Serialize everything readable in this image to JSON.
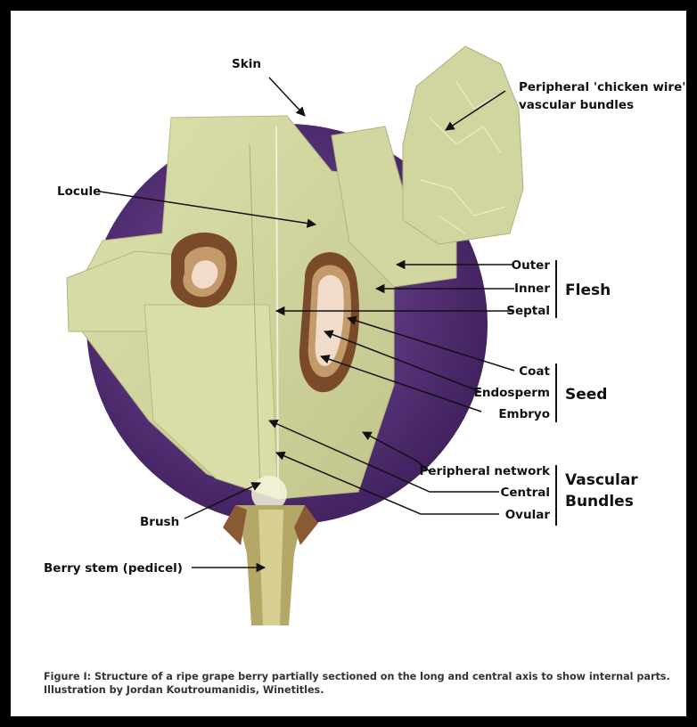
{
  "labels": {
    "skin": "Skin",
    "chicken_wire_1": "Peripheral 'chicken wire'",
    "chicken_wire_2": "vascular bundles",
    "locule": "Locule",
    "outer": "Outer",
    "inner": "Inner",
    "septal": "Septal",
    "flesh": "Flesh",
    "coat": "Coat",
    "endosperm": "Endosperm",
    "embryo": "Embryo",
    "seed": "Seed",
    "peripheral_network": "Peripheral network",
    "central": "Central",
    "ovular": "Ovular",
    "vascular_1": "Vascular",
    "vascular_2": "Bundles",
    "brush": "Brush",
    "berry_stem": "Berry stem (pedicel)"
  },
  "caption": "Figure I: Structure of a ripe grape berry partially sectioned on the long and central axis to show internal parts. Illustration by Jordan Koutroumanidis, Winetitles.",
  "colors": {
    "skin_purple": "#5b2f7d",
    "flesh": "#cfd49c",
    "seed_coat": "#7a4a2a",
    "endosperm": "#f1dccb",
    "stem": "#b4a866"
  }
}
